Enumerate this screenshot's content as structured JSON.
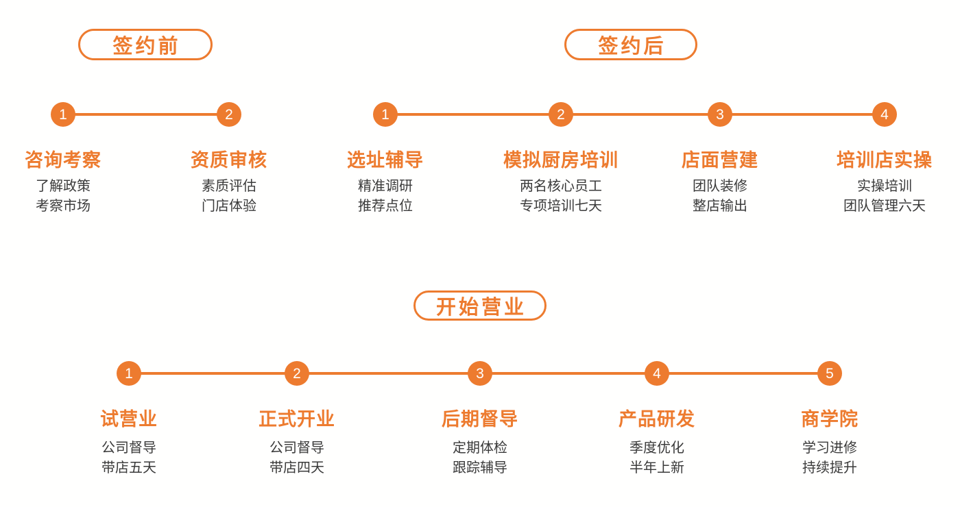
{
  "accent_color": "#ED7B2F",
  "desc_text_color": "#3A3A3A",
  "sections": [
    {
      "badge": "签约前",
      "steps": [
        {
          "number": "1",
          "title": "咨询考察",
          "lines": [
            "了解政策",
            "考察市场"
          ]
        },
        {
          "number": "2",
          "title": "资质审核",
          "lines": [
            "素质评估",
            "门店体验"
          ]
        }
      ]
    },
    {
      "badge": "签约后",
      "steps": [
        {
          "number": "1",
          "title": "选址辅导",
          "lines": [
            "精准调研",
            "推荐点位"
          ]
        },
        {
          "number": "2",
          "title": "模拟厨房培训",
          "lines": [
            "两名核心员工",
            "专项培训七天"
          ]
        },
        {
          "number": "3",
          "title": "店面营建",
          "lines": [
            "团队装修",
            "整店输出"
          ]
        },
        {
          "number": "4",
          "title": "培训店实操",
          "lines": [
            "实操培训",
            "团队管理六天"
          ]
        }
      ]
    },
    {
      "badge": "开始营业",
      "steps": [
        {
          "number": "1",
          "title": "试营业",
          "lines": [
            "公司督导",
            "带店五天"
          ]
        },
        {
          "number": "2",
          "title": "正式开业",
          "lines": [
            "公司督导",
            "带店四天"
          ]
        },
        {
          "number": "3",
          "title": "后期督导",
          "lines": [
            "定期体检",
            "跟踪辅导"
          ]
        },
        {
          "number": "4",
          "title": "产品研发",
          "lines": [
            "季度优化",
            "半年上新"
          ]
        },
        {
          "number": "5",
          "title": "商学院",
          "lines": [
            "学习进修",
            "持续提升"
          ]
        }
      ]
    }
  ]
}
